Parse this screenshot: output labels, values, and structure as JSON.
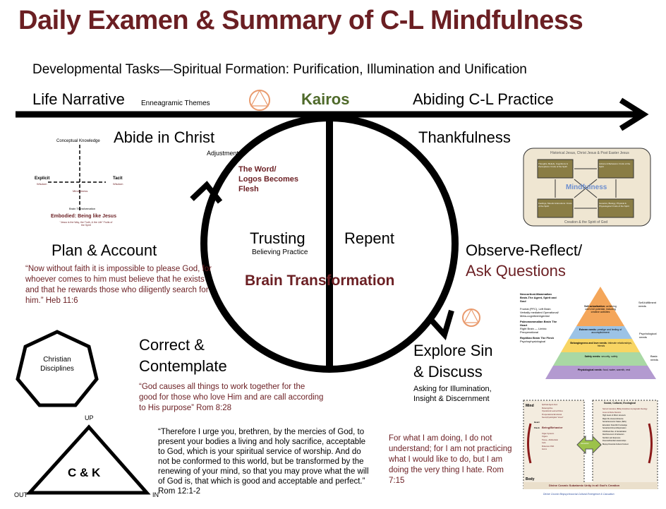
{
  "title": "Daily Examen & Summary of C-L Mindfulness",
  "subtitle": "Developmental Tasks—Spiritual Formation: Purification, Illumination and Unification",
  "timeline": {
    "left_label": "Life Narrative",
    "left_sublabel": "Enneagramic Themes",
    "center_label": "Kairos",
    "right_label": "Abiding C-L Practice"
  },
  "stages": {
    "abide": "Abide in Christ",
    "adjustment": "Adjustment.",
    "thankfulness": "Thankfulness",
    "plan": "Plan & Account",
    "observe_line1": "Observe-Reflect/",
    "observe_line2": "Ask Questions",
    "correct_line1": "Correct &",
    "correct_line2": "Contemplate",
    "explore_line1": "Explore Sin",
    "explore_line2": "& Discuss",
    "explore_note": "Asking for Illumination, Insight & Discernment"
  },
  "circle": {
    "word_flesh": "The Word/ Logos Becomes Flesh",
    "trusting": "Trusting",
    "trusting_sub": "Believing Practice",
    "repent": "Repent",
    "brain": "Brain Transformation"
  },
  "quotes": {
    "heb": "“Now without faith it is impossible to please God, for whoever comes to him must believe that he exists and that he rewards those who diligently search for him.” Heb 11:6",
    "rom8": "“God causes all things to work together for the good for those who love Him and are call according to His purpose” Rom 8:28",
    "rom12": "“Therefore I urge you, brethren, by the mercies of God, to present your bodies a living and holy sacrifice, acceptable to God, which is your spiritual service of worship. And do not be conformed to this world, but be transformed by the renewing of your mind, so that you may prove what the will of God is, that which is good and acceptable and perfect.” Rom 12:1-2",
    "rom7": "For what I am doing, I do not understand; for I am not practicing what I would like to do, but I am doing the very thing I hate. Rom 7:15"
  },
  "shapes": {
    "heptagon": "Christian Disciplines",
    "triangle": "C & K",
    "up": "UP",
    "out": "OUT",
    "in": "IN"
  },
  "thumb_knowledge": {
    "top": "Conceptual Knowledge",
    "left": "Explicit",
    "left_sub": "Wisdom",
    "right": "Tacit",
    "right_sub": "Wisdom",
    "mid": "Mindfulness",
    "low": "Brain Transformation",
    "bottom": "Embodied: Being like Jesus",
    "bottom_sub": "\"Jesus is the Way, the Truth, & the Life\" Fruits of the Spirit"
  },
  "thumb_mindfulness": {
    "top": "Historical Jesus, Christ Jesus & Post Easter Jesus",
    "center": "Mindfulness",
    "bottom": "Creation & the Spirit of God",
    "boxes": [
      "Thoughts, Beliefs, Cognitions & Perceptions: Fruits of the Spirit",
      "Actions & Behaviors: Fruits of the Spirit",
      "Feelings, Moods & Emotions: Fruits of the Spirit",
      "Genetics, Biology, Physical & Physiological: Fruits of the Spirit"
    ]
  },
  "thumb_pyramid": {
    "brain_labels": [
      "Neocortical-Mammalian Brain-The Agent, Spirit and Soul",
      "Frontal (PFC), Left Brain",
      "Verbally mediated Operational/ Meta-cognitive/Agential",
      "Paleomammalian Brain The Heart",
      "Right Brain — Limbic",
      "Preoperational",
      "Reptilian Brain The Flesh",
      "Psychophysiological"
    ],
    "levels": [
      {
        "name": "Self-actualization:",
        "desc": "achieving one's full potential, including creative activities",
        "color": "#f4a65a"
      },
      {
        "name": "Esteem needs:",
        "desc": "prestige and feeling of accomplishment",
        "color": "#9cc3e6"
      },
      {
        "name": "Belongingness and love needs:",
        "desc": "intimate relationships, friends",
        "color": "#f8d563"
      },
      {
        "name": "Safety needs:",
        "desc": "security, safety",
        "color": "#a9d8a4"
      },
      {
        "name": "Physiological needs:",
        "desc": "food, water, warmth, rest",
        "color": "#b39ad0"
      }
    ],
    "brackets": [
      "Self-fulfillment needs",
      "Psychological needs",
      "Basic needs"
    ]
  },
  "thumb_emergence": {
    "mind": "Mind",
    "body": "Body",
    "heart": "Heart",
    "flesh": "Flesh",
    "being": "Being/Behavior",
    "interaction": "Interaction",
    "social_header": "Social, Cultural, Ecological",
    "left_items": [
      "Spiritual Agent-Soul",
      "Metacognitive",
      "Operational Learned Rules",
      "Preoperational Emotional",
      "Neurophysiological \"Linear\"",
      "Organ Systems",
      "Organs",
      "Tissue—Multicellular",
      "Cells",
      "Molecules DNA",
      "Atoms"
    ],
    "right_items": [
      "Sacred Literature (Bible) disciplines & pragmatic theology",
      "Jesus & Divine Mentors",
      "High levels of Minor stressors",
      "Major life stressors/trauma",
      "Social Economic Status (SES)",
      "Education Scientific Knowledge",
      "Social Enrichment/Deprivation",
      "Childhood Dev. & Socialization",
      "Reinforcement of behaviors",
      "Nutrition and Exposure",
      "Parental/Familial relationships",
      "Biopsychosocial-Cultural Context"
    ],
    "footer": "Divine Cosmic Subatomic Unity in all God's Creation",
    "caption": "Divine Cosmic Biopsychosocial-Cultural Emergence & Causation"
  },
  "colors": {
    "maroon": "#6b1f23",
    "green": "#4f6a2a",
    "brand": "#000000"
  }
}
